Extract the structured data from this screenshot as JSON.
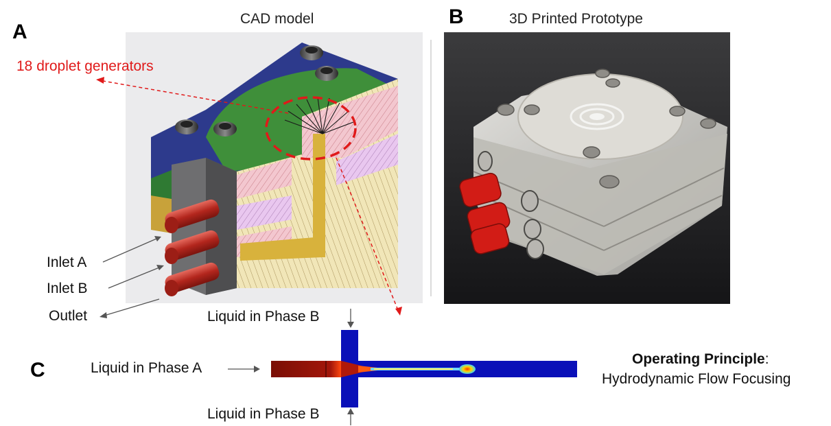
{
  "panels": {
    "a": {
      "letter": "A",
      "caption": "CAD model"
    },
    "b": {
      "letter": "B",
      "caption": "3D Printed Prototype"
    },
    "c": {
      "letter": "C"
    }
  },
  "annotations": {
    "droplet_generators": "18 droplet generators",
    "inlet_a": "Inlet A",
    "inlet_b": "Inlet B",
    "outlet": "Outlet",
    "liquid_b_top": "Liquid in Phase B",
    "liquid_b_bottom": "Liquid in Phase B",
    "liquid_a": "Liquid in Phase A"
  },
  "principle": {
    "heading": "Operating Principle",
    "colon": ":",
    "subtitle": "Hydrodynamic Flow Focusing"
  },
  "colors": {
    "annotation_red": "#e01a1a",
    "housing_blue": "#2d3a8c",
    "housing_green": "#3f8f3a",
    "housing_gold": "#c8a23a",
    "fitting_red": "#c8332b",
    "channel_blue": "#0a10b8",
    "phase_a_red": "#8e1308"
  }
}
